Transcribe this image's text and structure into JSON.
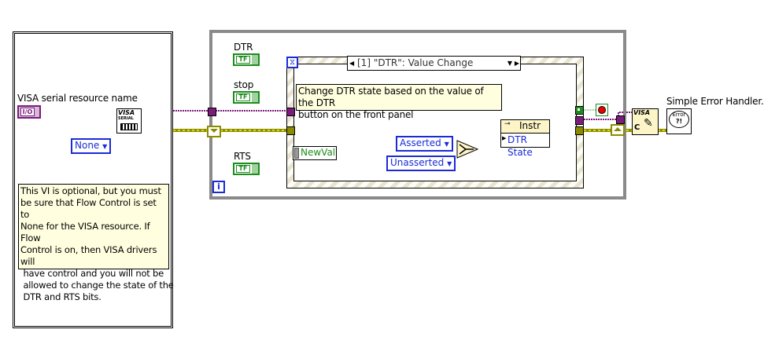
{
  "diagram": {
    "colors": {
      "visa_wire": "#7a1c7a",
      "error_wire": "#8b8b00",
      "bool_wire": "#1e8c1e",
      "enum_wire": "#1a2bd6",
      "loop_border": "#8a8a8a",
      "comment_bg": "#ffffe0"
    },
    "left_frame": {
      "resource_label": "VISA serial resource name",
      "resource_terminal_text": "I/O",
      "serial_node_title": "VISA",
      "serial_node_subtitle": "SERIAL",
      "flow_control_value": "None",
      "comment_lines": [
        "This VI is optional, but you must",
        "be sure that Flow Control is set to",
        "None for the VISA resource. If Flow",
        "Control is on, then VISA drivers will",
        " have control and you will not be",
        " allowed to change the state of the",
        " DTR and RTS bits."
      ]
    },
    "while_loop": {
      "controls": [
        {
          "label": "DTR",
          "terminal": "TF"
        },
        {
          "label": "stop",
          "terminal": "TF"
        },
        {
          "label": "RTS",
          "terminal": "TF"
        }
      ],
      "iteration_terminal": "i",
      "event_structure": {
        "case_selector": "[1] \"DTR\": Value Change",
        "comment_lines": [
          "Change DTR state based on the value of the DTR",
          "button on the front panel"
        ],
        "event_data_node": "NewVal",
        "select_true": "Asserted",
        "select_false": "Unasserted",
        "property_node_class": "Instr",
        "property_node_property": "DTR State"
      }
    },
    "close_node_title": "VISA",
    "close_node_letter": "C",
    "error_handler_label": "Simple Error Handler.vi",
    "error_handler_text": "Error",
    "error_handler_glyph": "?!"
  }
}
